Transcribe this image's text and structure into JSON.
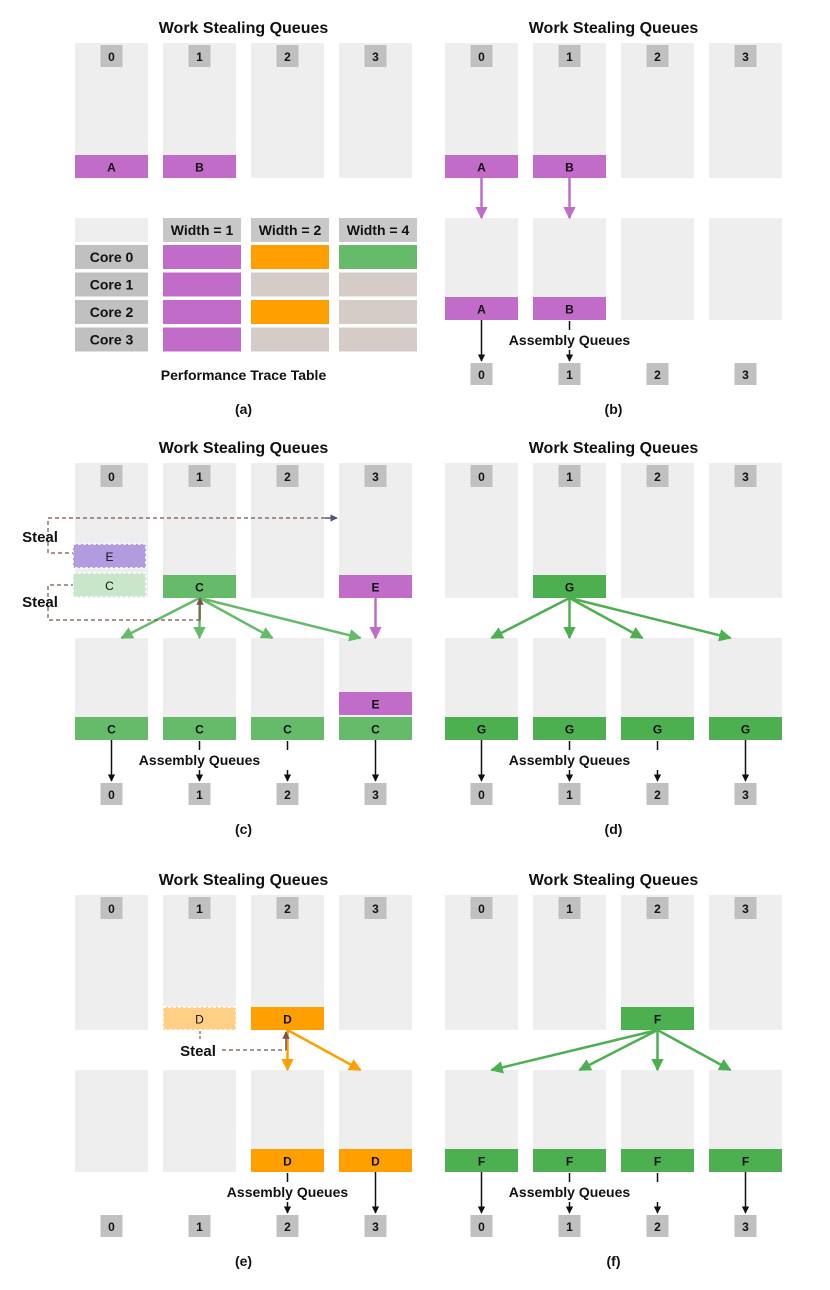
{
  "palette": {
    "column": "#eeeeee",
    "badge": "#c0c0c0",
    "header_cell": "#c8c8c8",
    "row_label_cell": "#c0c0c0",
    "empty_cell": "#d5ccc8",
    "purple": "#c06cc8",
    "purple_light": "#b39be0",
    "green": "#66bb6a",
    "green_dark": "#4caf50",
    "green_light": "#c8e6c9",
    "orange": "#ff9f00",
    "orange_light": "#ffcf85",
    "steal_line": "#795548",
    "black": "#111111"
  },
  "labels": {
    "work_stealing": "Work  Stealing Queues",
    "assembly": "Assembly Queues",
    "steal": "Steal",
    "trace_table": "Performance Trace Table",
    "queue_ids": [
      "0",
      "1",
      "2",
      "3"
    ]
  },
  "trace_table": {
    "columns": [
      "Width = 1",
      "Width = 2",
      "Width = 4"
    ],
    "rows": [
      {
        "label": "Core 0",
        "cells": [
          "purple",
          "orange",
          "green"
        ]
      },
      {
        "label": "Core 1",
        "cells": [
          "purple",
          "empty",
          "empty"
        ]
      },
      {
        "label": "Core 2",
        "cells": [
          "purple",
          "orange",
          "empty"
        ]
      },
      {
        "label": "Core 3",
        "cells": [
          "purple",
          "empty",
          "empty"
        ]
      }
    ]
  },
  "panels": [
    {
      "id": "a",
      "caption": "(a)",
      "wsq_tasks": [
        {
          "queue": 0,
          "label": "A",
          "color": "purple"
        },
        {
          "queue": 1,
          "label": "B",
          "color": "purple"
        }
      ],
      "show_table": true
    },
    {
      "id": "b",
      "caption": "(b)",
      "wsq_tasks": [
        {
          "queue": 0,
          "label": "A",
          "color": "purple"
        },
        {
          "queue": 1,
          "label": "B",
          "color": "purple"
        }
      ],
      "asm_tasks": [
        {
          "queue": 0,
          "label": "A",
          "color": "purple"
        },
        {
          "queue": 1,
          "label": "B",
          "color": "purple"
        }
      ],
      "down_arrows": [
        0
      ],
      "assembly_under": 1,
      "flows": [
        {
          "from": 0,
          "to": 0,
          "color": "purple"
        },
        {
          "from": 1,
          "to": 1,
          "color": "purple"
        }
      ]
    },
    {
      "id": "c",
      "caption": "(c)",
      "wsq_tasks": [
        {
          "queue": 1,
          "label": "C",
          "color": "green"
        },
        {
          "queue": 3,
          "label": "E",
          "color": "purple"
        }
      ],
      "ghost_tasks": [
        {
          "label": "E",
          "color": "purple_light"
        },
        {
          "label": "C",
          "color": "green_light"
        }
      ],
      "asm_tasks": [
        {
          "queue": 0,
          "label": "C",
          "color": "green"
        },
        {
          "queue": 1,
          "label": "C",
          "color": "green"
        },
        {
          "queue": 2,
          "label": "C",
          "color": "green"
        },
        {
          "queue": 3,
          "label": "C",
          "color": "green"
        }
      ],
      "asm_stacked": {
        "queue": 3,
        "label": "E",
        "color": "purple"
      },
      "down_arrows": [
        0,
        3
      ],
      "assembly_under": 1,
      "flows": [
        {
          "from": 1,
          "to": 0,
          "color": "green"
        },
        {
          "from": 1,
          "to": 1,
          "color": "green"
        },
        {
          "from": 1,
          "to": 2,
          "color": "green"
        },
        {
          "from": 1,
          "to": 3,
          "color": "green"
        },
        {
          "from": 3,
          "to": 3,
          "color": "purple"
        }
      ]
    },
    {
      "id": "d",
      "caption": "(d)",
      "wsq_tasks": [
        {
          "queue": 1,
          "label": "G",
          "color": "green_dark"
        }
      ],
      "asm_tasks": [
        {
          "queue": 0,
          "label": "G",
          "color": "green_dark"
        },
        {
          "queue": 1,
          "label": "G",
          "color": "green_dark"
        },
        {
          "queue": 2,
          "label": "G",
          "color": "green_dark"
        },
        {
          "queue": 3,
          "label": "G",
          "color": "green_dark"
        }
      ],
      "down_arrows": [
        0,
        3
      ],
      "assembly_under": 1,
      "flows": [
        {
          "from": 1,
          "to": 0,
          "color": "green_dark"
        },
        {
          "from": 1,
          "to": 1,
          "color": "green_dark"
        },
        {
          "from": 1,
          "to": 2,
          "color": "green_dark"
        },
        {
          "from": 1,
          "to": 3,
          "color": "green_dark"
        }
      ]
    },
    {
      "id": "e",
      "caption": "(e)",
      "wsq_tasks": [
        {
          "queue": 2,
          "label": "D",
          "color": "orange"
        }
      ],
      "ghost_in_queue": {
        "queue": 1,
        "label": "D",
        "color": "orange_light"
      },
      "asm_tasks": [
        {
          "queue": 2,
          "label": "D",
          "color": "orange"
        },
        {
          "queue": 3,
          "label": "D",
          "color": "orange"
        }
      ],
      "down_arrows": [
        3
      ],
      "assembly_under": 2,
      "flows": [
        {
          "from": 2,
          "to": 2,
          "color": "orange"
        },
        {
          "from": 2,
          "to": 3,
          "color": "orange"
        }
      ]
    },
    {
      "id": "f",
      "caption": "(f)",
      "wsq_tasks": [
        {
          "queue": 2,
          "label": "F",
          "color": "green_dark"
        }
      ],
      "asm_tasks": [
        {
          "queue": 0,
          "label": "F",
          "color": "green_dark"
        },
        {
          "queue": 1,
          "label": "F",
          "color": "green_dark"
        },
        {
          "queue": 2,
          "label": "F",
          "color": "green_dark"
        },
        {
          "queue": 3,
          "label": "F",
          "color": "green_dark"
        }
      ],
      "down_arrows": [
        0,
        3
      ],
      "assembly_under": 1,
      "flows": [
        {
          "from": 2,
          "to": 0,
          "color": "green_dark"
        },
        {
          "from": 2,
          "to": 1,
          "color": "green_dark"
        },
        {
          "from": 2,
          "to": 2,
          "color": "green_dark"
        },
        {
          "from": 2,
          "to": 3,
          "color": "green_dark"
        }
      ]
    }
  ]
}
